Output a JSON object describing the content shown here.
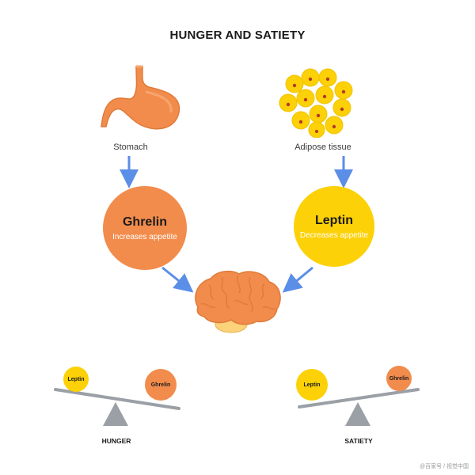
{
  "title": "HUNGER AND SATIETY",
  "stomach": {
    "label": "Stomach"
  },
  "adipose": {
    "label": "Adipose tissue"
  },
  "ghrelin": {
    "name": "Ghrelin",
    "description": "Increases appetite",
    "color": "#f28c4c"
  },
  "leptin": {
    "name": "Leptin",
    "description": "Decreases appetite",
    "color": "#fcd107"
  },
  "arrow_color": "#5b8ee6",
  "hunger_scale": {
    "caption": "HUNGER",
    "small_ball": "Leptin",
    "big_ball": "Ghrelin"
  },
  "satiety_scale": {
    "caption": "SATIETY",
    "big_ball": "Leptin",
    "small_ball": "Ghrelin"
  },
  "watermark": "@百家号 / 视觉中国"
}
